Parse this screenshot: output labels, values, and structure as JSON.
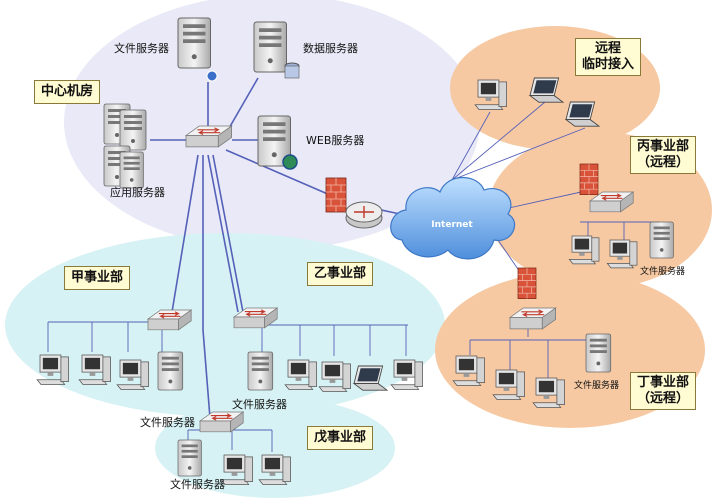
{
  "labels": {
    "center": "中心机房",
    "remote_access_1": "远程",
    "remote_access_2": "临时接入",
    "dept_bing_1": "丙事业部",
    "dept_bing_2": "（远程）",
    "dept_ding_1": "丁事业部",
    "dept_ding_2": "（远程）",
    "dept_jia": "甲事业部",
    "dept_yi": "乙事业部",
    "dept_wu": "戊事业部"
  },
  "devices": {
    "file_server": "文件服务器",
    "data_server": "数据服务器",
    "web_server": "WEB服务器",
    "app_server": "应用服务器",
    "internet": "Internet"
  },
  "colors": {
    "center_zone": "#e9e9f7",
    "dept_zone": "#d7f2f4",
    "remote_zone": "#f6c9a3",
    "label_bg": "#fffbd2",
    "link": "#5561b8",
    "cloud": "#7fb4ee"
  }
}
